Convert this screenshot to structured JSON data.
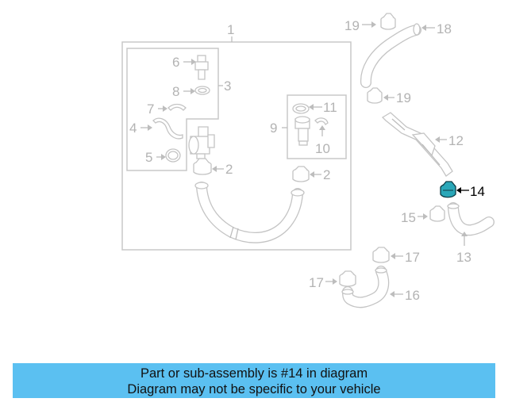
{
  "diagram": {
    "highlight_part": "14",
    "highlight_color": "#2aa7b8",
    "labels": {
      "p1": "1",
      "p2a": "2",
      "p2b": "2",
      "p3": "3",
      "p4": "4",
      "p5": "5",
      "p6": "6",
      "p7": "7",
      "p8": "8",
      "p9": "9",
      "p10": "10",
      "p11": "11",
      "p12": "12",
      "p13": "13",
      "p14": "14",
      "p15": "15",
      "p16": "16",
      "p17a": "17",
      "p17b": "17",
      "p18": "18",
      "p19a": "19",
      "p19b": "19"
    }
  },
  "banner": {
    "line1": "Part or sub-assembly is #14 in diagram",
    "line2": "Diagram may not be specific to your vehicle",
    "color": "#5bc0f1"
  }
}
